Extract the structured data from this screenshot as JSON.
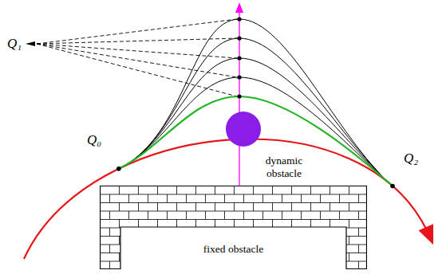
{
  "diagram": {
    "nodes": [
      {
        "text": [
          "fixed obstacle"
        ]
      }
    ],
    "labels": [
      "Q₁",
      "Q₀",
      "Q₂",
      "dynamic obstacle"
    ]
  }
}
